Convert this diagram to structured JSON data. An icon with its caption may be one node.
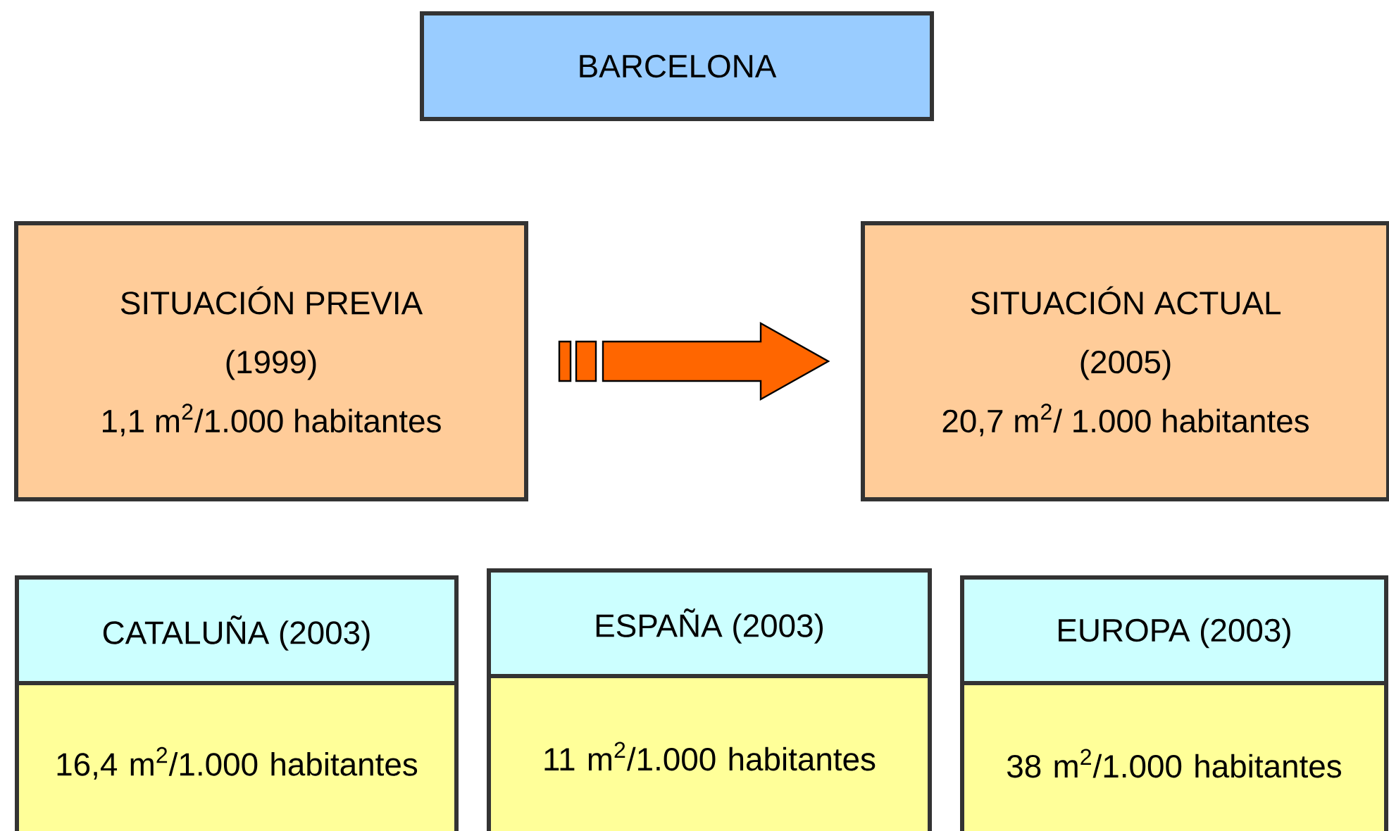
{
  "diagram": {
    "nodes": [
      {
        "text": [
          "BARCELONA"
        ]
      },
      {
        "text": [
          "SITUACIÓN PREVIA",
          "(1999)",
          "1,1 m$^{2}$/1.000 habitantes"
        ]
      },
      {
        "text": [
          "SITUACIÓN ACTUAL",
          "(2005)",
          "20,7 m$^{2}$/ 1.000 habitantes"
        ]
      },
      {
        "text": [
          "CATALUÑA (2003)",
          "16,4 m$^{2}$/1.000 habitantes"
        ]
      },
      {
        "text": [
          "ESPAÑA (2003)",
          "11 m$^{2}$/1.000 habitantes"
        ]
      },
      {
        "text": [
          "EUROPA (2003)",
          "38 m$^{2}$/1.000 habitantes"
        ]
      }
    ],
    "edges": [
      {
        "from": 1,
        "to": 2,
        "arrow": "to",
        "color": "#ff6600"
      }
    ]
  }
}
